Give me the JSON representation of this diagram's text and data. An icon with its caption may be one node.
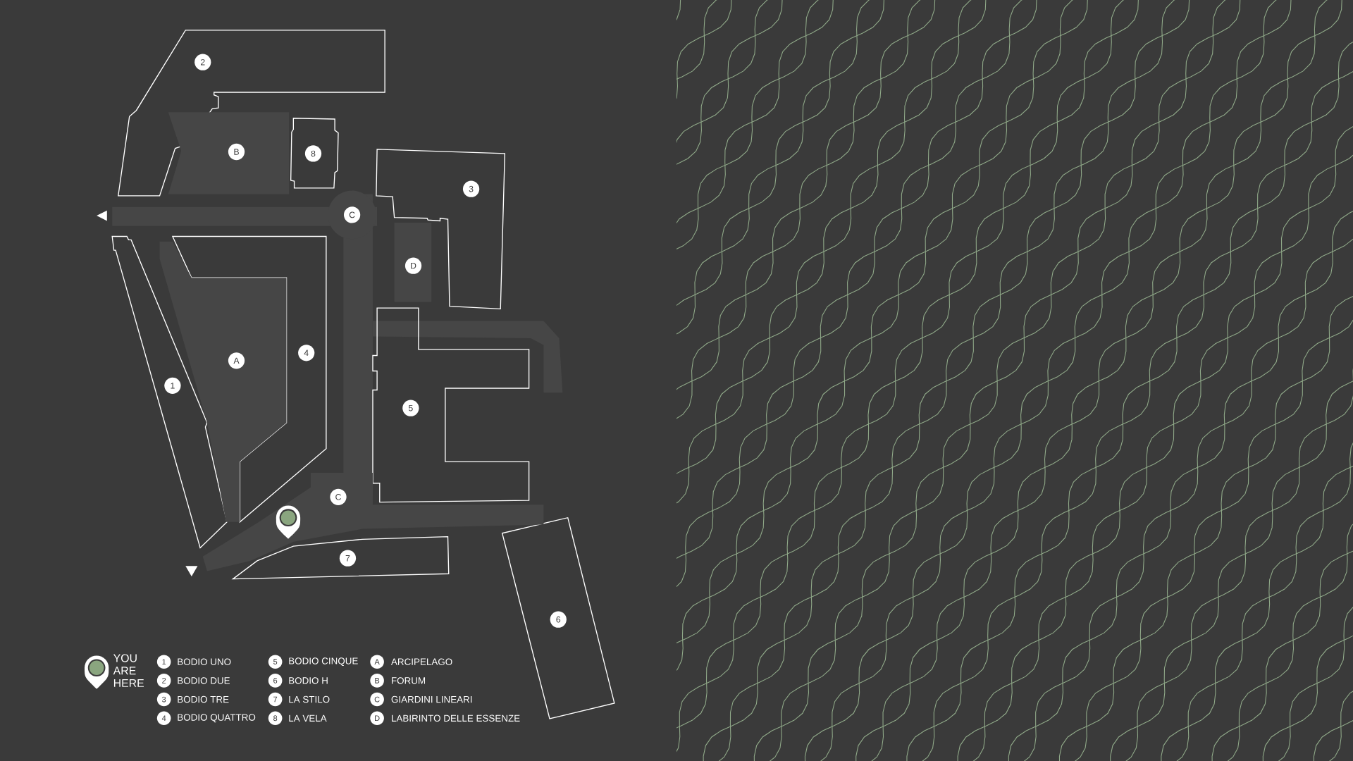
{
  "diagram": {
    "nodes": [
      {
        "text": [
          "2"
        ]
      },
      {
        "text": [
          "8"
        ]
      },
      {
        "text": [
          "3"
        ]
      },
      {
        "text": [
          "4"
        ]
      },
      {
        "text": [
          "1"
        ]
      },
      {
        "text": [
          "5"
        ]
      },
      {
        "text": [
          "7"
        ]
      },
      {
        "text": [
          "6"
        ]
      },
      {
        "text": [
          "B"
        ]
      },
      {
        "text": [
          "C"
        ]
      },
      {
        "text": [
          "D"
        ]
      },
      {
        "text": [
          "A"
        ]
      },
      {
        "text": [
          "C"
        ]
      }
    ],
    "labels": [
      "YOU ARE HERE",
      "1",
      "BODIO UNO",
      "5",
      "BODIO CINQUE",
      "A",
      "ARCIPELAGO",
      "2",
      "BODIO DUE",
      "6",
      "BODIO H",
      "B",
      "FORUM",
      "3",
      "BODIO TRE",
      "7",
      "LA STILO",
      "C",
      "GIARDINI LINEARI",
      "4",
      "BODIO QUATTRO",
      "8",
      "LA VELA",
      "D",
      "LABIRINTO DELLE ESSENZE"
    ]
  }
}
